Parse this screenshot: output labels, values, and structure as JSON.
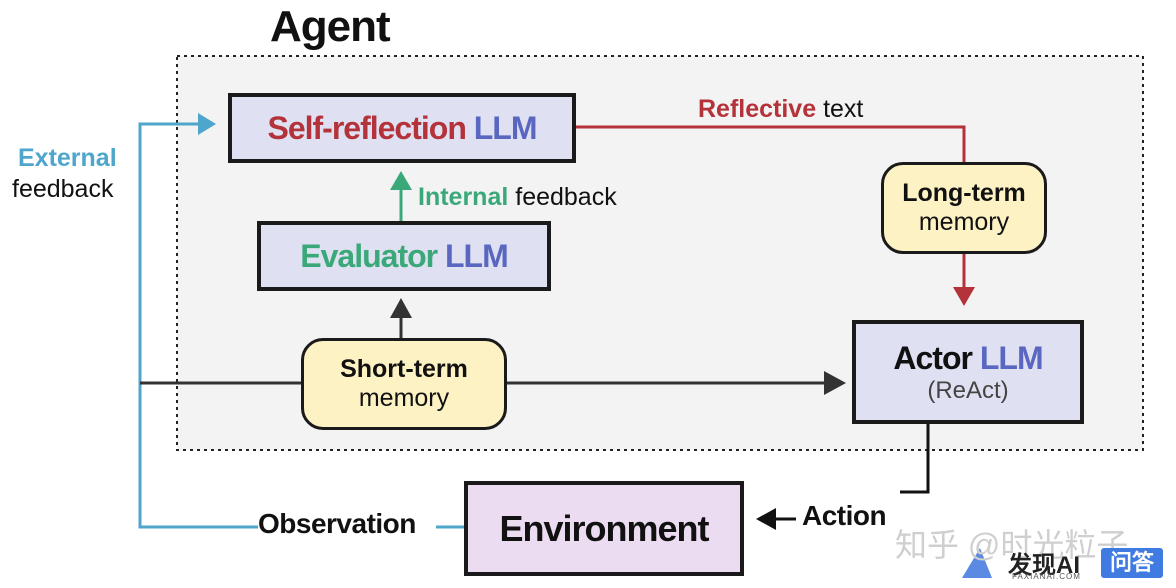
{
  "agent_title": "Agent",
  "self_reflection": {
    "part1": "Self-reflection",
    "part2": "LLM"
  },
  "evaluator": {
    "part1": "Evaluator",
    "part2": "LLM"
  },
  "actor": {
    "part1": "Actor",
    "part2": "LLM",
    "subtitle": "(ReAct)"
  },
  "long_term_memory": {
    "line1": "Long-term",
    "line2": "memory"
  },
  "short_term_memory": {
    "line1": "Short-term",
    "line2": "memory"
  },
  "environment": "Environment",
  "reflective_text": {
    "part1": "Reflective",
    "part2": "text"
  },
  "internal_feedback": {
    "part1": "Internal",
    "part2": "feedback"
  },
  "external_feedback": {
    "line1": "External",
    "line2": "feedback"
  },
  "observation": "Observation",
  "action": "Action",
  "watermark": {
    "zhihu": "知乎 @时光粒子",
    "brand": "发现AI",
    "brand_sub": "FAXIANAI.COM",
    "qa": "问答"
  },
  "colors": {
    "red_arrow": "#b4323a",
    "green_arrow": "#3aa878",
    "cyan_arrow": "#4fa6cc",
    "dark_arrow": "#333333",
    "llm_fill": "#dfe1f2",
    "memory_fill": "#fdf2c4",
    "environment_fill": "#ecdcf1",
    "agent_region_fill": "#f3f3f3"
  }
}
